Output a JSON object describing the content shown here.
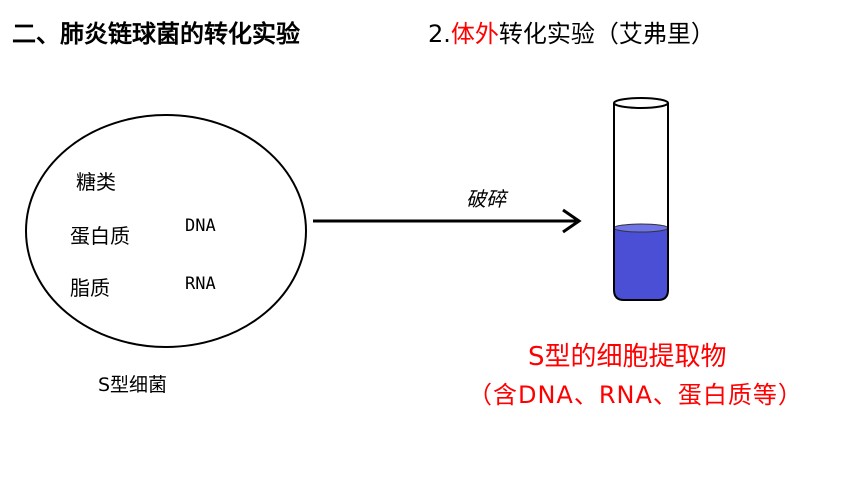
{
  "header": {
    "section_title": "二、肺炎链球菌的转化实验",
    "subtitle_number": "2.",
    "subtitle_highlight": "体外",
    "subtitle_rest": "转化实验（艾弗里）"
  },
  "cell": {
    "components": [
      "糖类",
      "蛋白质",
      "DNA",
      "脂质",
      "RNA"
    ],
    "caption": "S型细菌"
  },
  "process": {
    "arrow_label": "破碎"
  },
  "extract": {
    "title": "S型的细胞提取物",
    "contents": "（含DNA、RNA、蛋白质等）"
  },
  "colors": {
    "highlight": "#ff0000",
    "liquid": "#4a4fd6",
    "outline": "#000000"
  }
}
